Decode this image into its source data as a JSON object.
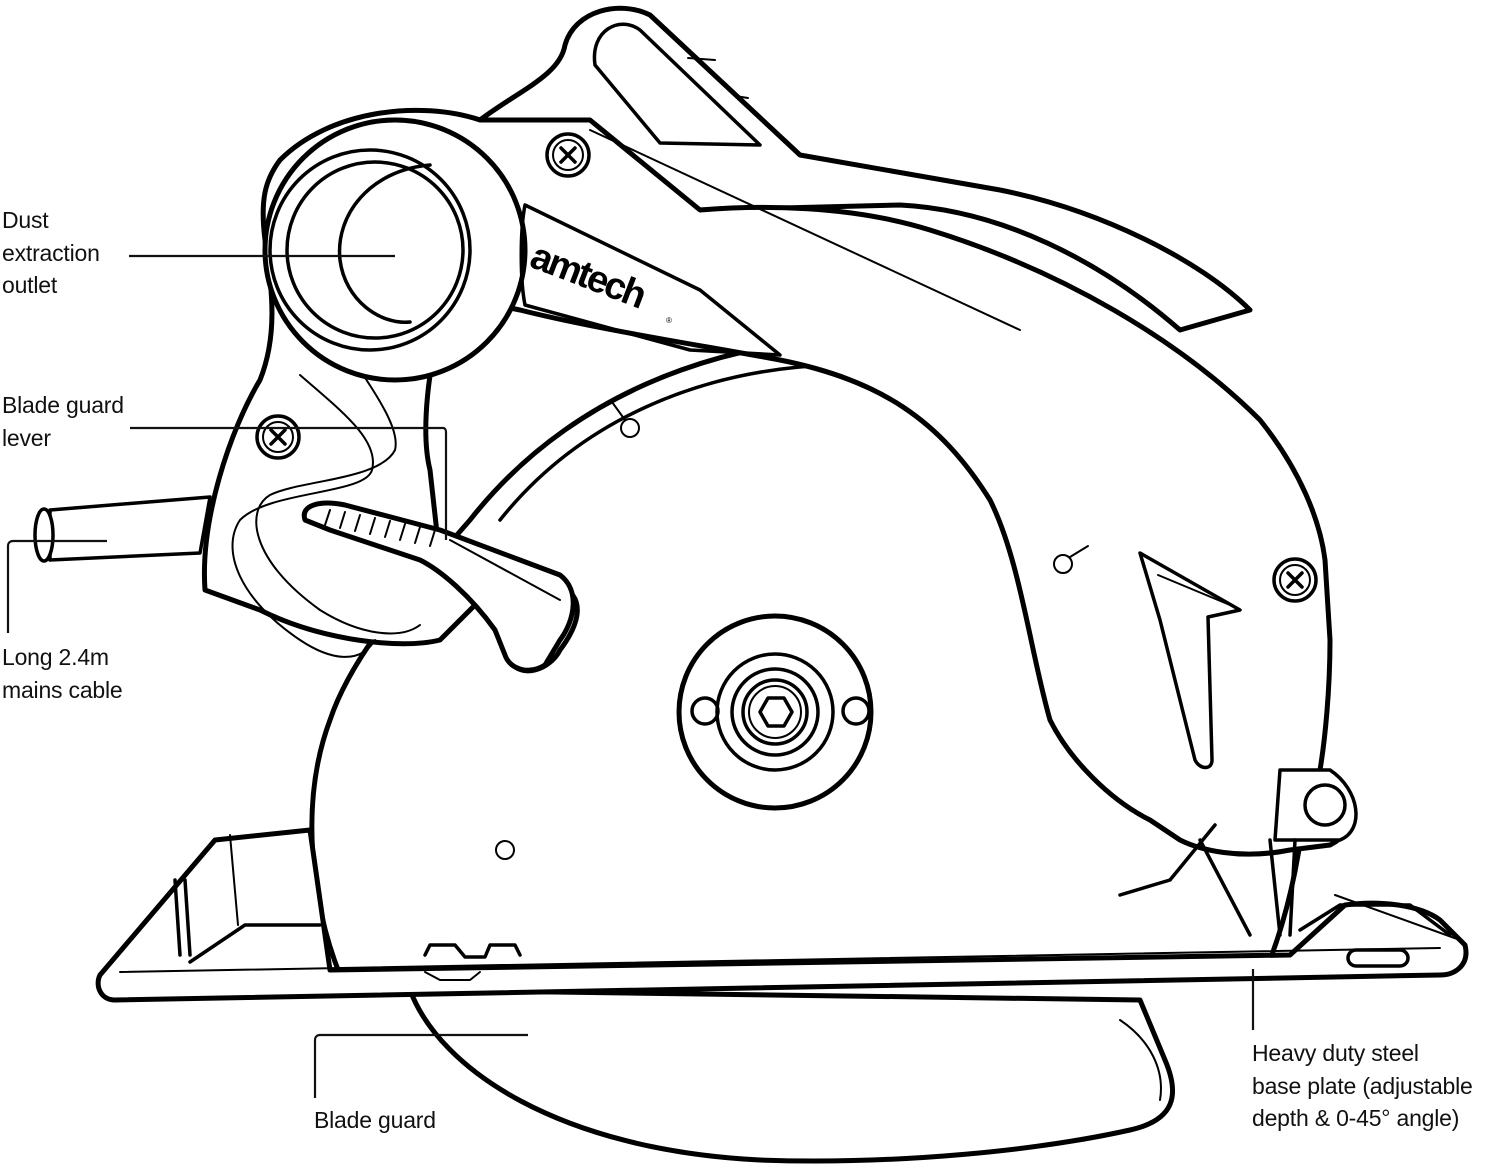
{
  "diagram": {
    "subject": "circular saw line drawing",
    "brand_logo": {
      "text": "amtech",
      "mark": "®"
    },
    "callouts": [
      {
        "id": "dust-extraction-outlet",
        "lines": [
          "Dust",
          "extraction",
          "outlet"
        ]
      },
      {
        "id": "blade-guard-lever",
        "lines": [
          "Blade guard",
          "lever"
        ]
      },
      {
        "id": "mains-cable",
        "lines": [
          "Long 2.4m",
          "mains cable"
        ]
      },
      {
        "id": "blade-guard",
        "lines": [
          "Blade guard"
        ]
      },
      {
        "id": "base-plate",
        "lines": [
          "Heavy duty steel",
          "base plate (adjustable",
          "depth & 0-45° angle)"
        ]
      }
    ],
    "colors": {
      "ink": "#000000",
      "background": "#ffffff",
      "label_text": "#111111"
    }
  }
}
